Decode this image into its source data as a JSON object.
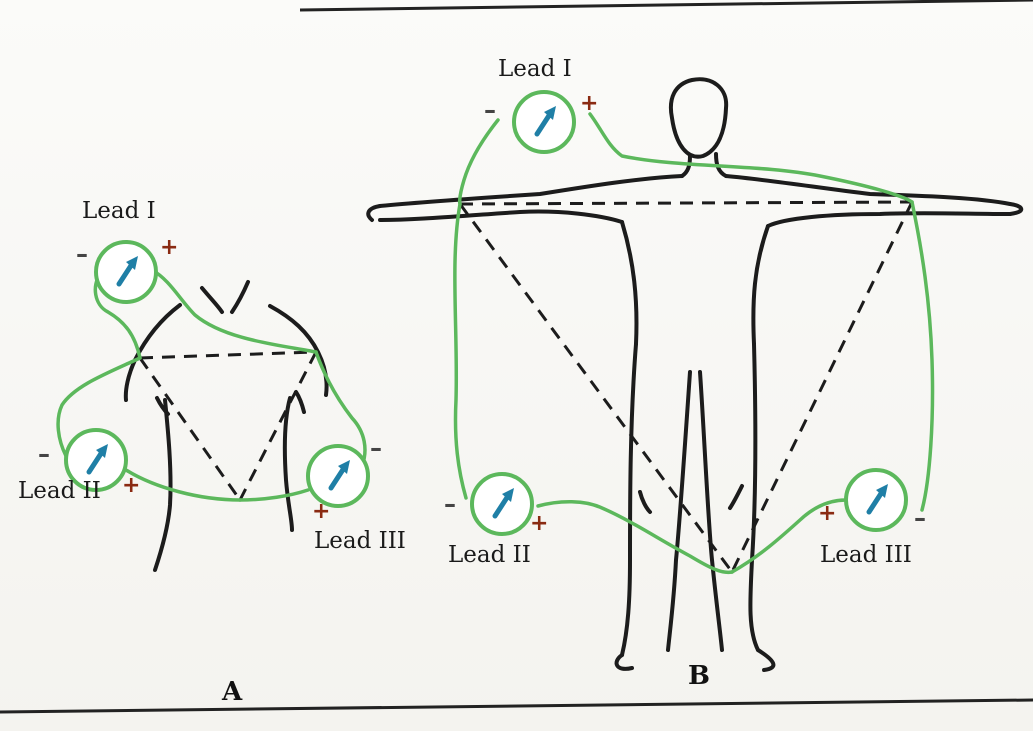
{
  "panel_a": {
    "panel_label": "A",
    "lead_1": {
      "label": "Lead I",
      "minus": "–",
      "plus": "+"
    },
    "lead_2": {
      "label": "Lead II",
      "minus": "–",
      "plus": "+"
    },
    "lead_3": {
      "label": "Lead III",
      "minus": "–",
      "plus": "+"
    }
  },
  "panel_b": {
    "panel_label": "B",
    "lead_1": {
      "label": "Lead I",
      "minus": "–",
      "plus": "+"
    },
    "lead_2": {
      "label": "Lead II",
      "minus": "–",
      "plus": "+"
    },
    "lead_3": {
      "label": "Lead III",
      "minus": "–",
      "plus": "+"
    }
  },
  "colors": {
    "wire": "#5cb85c",
    "needle": "#1f7fa6",
    "plus_sign": "#8a2a12",
    "outline": "#1c1c1c"
  },
  "icons": [
    "galvanometer-icon"
  ]
}
